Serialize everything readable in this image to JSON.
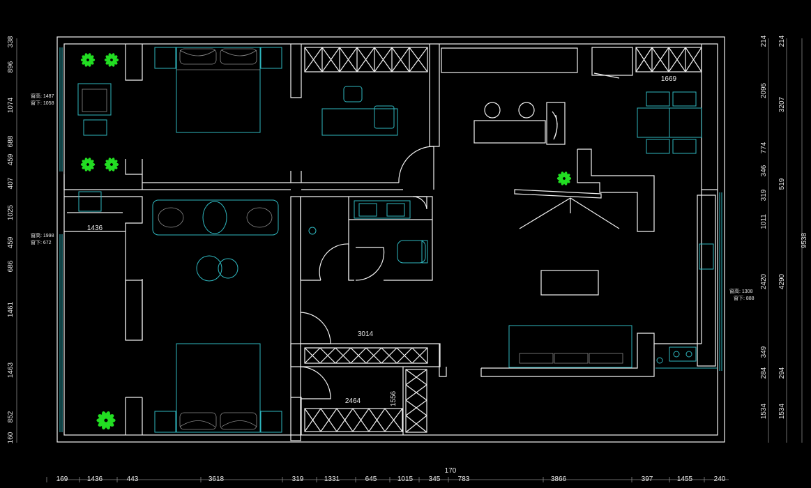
{
  "dimensions": {
    "bottom": [
      "169",
      "1436",
      "443",
      "3618",
      "319",
      "1331",
      "645",
      "1015",
      "345",
      "783",
      "3866",
      "397",
      "1455",
      "240"
    ],
    "bottom_extra": "170",
    "left": [
      "338",
      "896",
      "1074",
      "688",
      "459",
      "407",
      "1025",
      "459",
      "686",
      "1461",
      "1463",
      "852",
      "160"
    ],
    "right_inner": [
      "214",
      "2095",
      "774",
      "346",
      "319",
      "1011",
      "2420",
      "349",
      "284",
      "1534"
    ],
    "right_mid": [
      "214",
      "3207",
      "519",
      "4290",
      "294",
      "1534"
    ],
    "right_total": "9538",
    "interior": {
      "kitchen_counter": "1669",
      "bath_left": "1436",
      "corridor_cabinet": "3014",
      "bottom_cabinet": "2464",
      "side_cabinet": "1556"
    }
  },
  "window_notes": [
    {
      "height": "窗高: 1487",
      "sill": "窗下: 1058"
    },
    {
      "height": "窗高: 1998",
      "sill": "窗下: 672"
    },
    {
      "height": "窗高: 1308",
      "sill": "窗下: 888"
    }
  ],
  "icons": {
    "plant": "plant-icon",
    "door": "door-swing-icon",
    "bed": "bed-icon",
    "sofa": "sofa-icon",
    "toilet": "toilet-icon",
    "sink": "sink-icon",
    "stove": "stove-icon",
    "dining_table": "dining-table-icon"
  },
  "colors": {
    "background": "#000000",
    "walls": "#f2f2f2",
    "furniture": "#2fb8c0",
    "plants": "#22dd22"
  }
}
